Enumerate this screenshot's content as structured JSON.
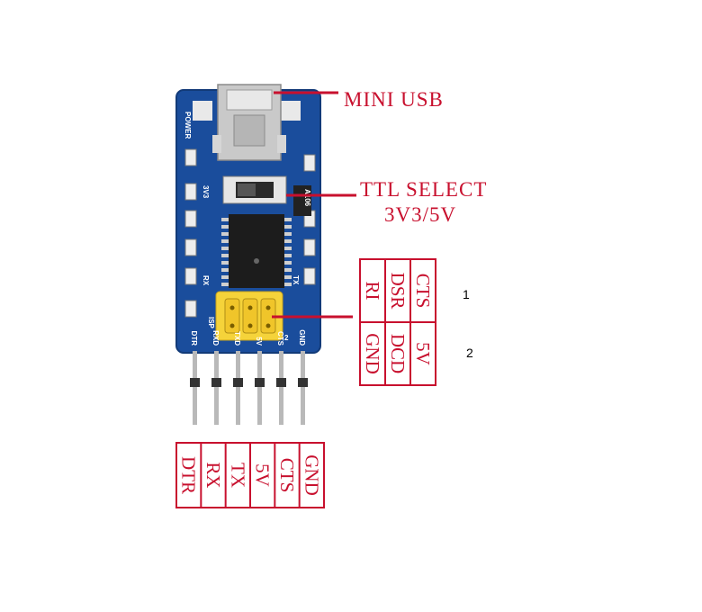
{
  "callouts": {
    "mini_usb": "MINI USB",
    "ttl_select": "TTL SELECT",
    "ttl_voltage": "3V3/5V"
  },
  "board_silkscreen": {
    "power": "POWER",
    "v33": "3V3",
    "rx": "RX",
    "tx": "TX",
    "isp": "ISP",
    "header_pin2": "2",
    "chip": "A106",
    "pins": [
      "DTR",
      "RXD",
      "TXD",
      "5V",
      "CTS",
      "GND"
    ]
  },
  "bottom_table": {
    "labels": [
      "DTR",
      "RX",
      "TX",
      "5V",
      "CTS",
      "GND"
    ]
  },
  "header_table": {
    "row1": [
      "RI",
      "DSR",
      "CTS"
    ],
    "row2": [
      "GND",
      "DCD",
      "5V"
    ],
    "row_numbers": [
      "1",
      "2"
    ]
  },
  "colors": {
    "accent": "#c8102e",
    "board": "#1a4d9c",
    "jumper": "#f5d33a"
  }
}
